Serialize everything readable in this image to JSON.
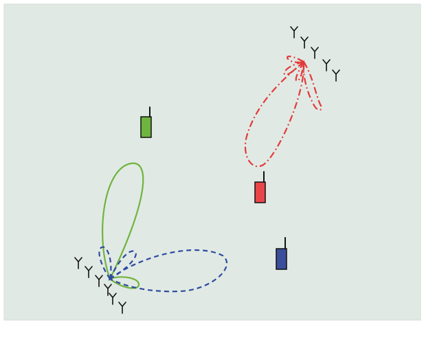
{
  "figure": {
    "background": "#e1e9e4",
    "border": "#cfd8d3"
  },
  "users": [
    {
      "name": "green-user",
      "color": "#6fb43f"
    },
    {
      "name": "red-user",
      "color": "#e8474a"
    },
    {
      "name": "blue-user",
      "color": "#3a4e9c"
    }
  ],
  "beams": [
    {
      "name": "green-beam",
      "color": "#6fb43f",
      "style": "solid"
    },
    {
      "name": "blue-beam",
      "color": "#2d4aa0",
      "style": "dashed"
    },
    {
      "name": "red-beam",
      "color": "#e23a3a",
      "style": "dash-dot"
    }
  ],
  "antenna_arrays": [
    {
      "name": "bottom-left-array",
      "elements": 6
    },
    {
      "name": "top-right-array",
      "elements": 5
    }
  ]
}
